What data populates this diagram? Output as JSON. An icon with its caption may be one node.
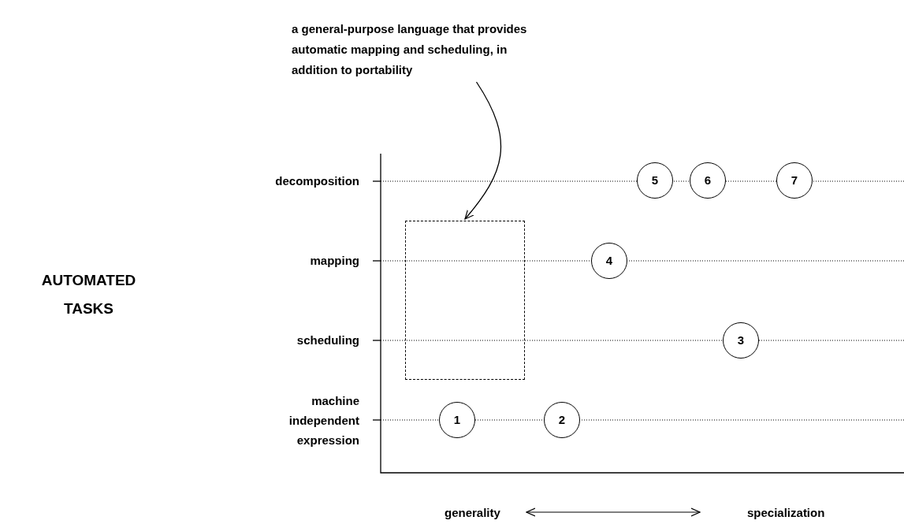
{
  "diagram": {
    "nodes": [
      {
        "text": [
          "a general-purpose language that provides automatic mapping and scheduling, in addition to portability"
        ]
      },
      {
        "text": [],
        "shape": "box"
      },
      {
        "text": [
          "1"
        ]
      },
      {
        "text": [
          "2"
        ]
      },
      {
        "text": [
          "3"
        ]
      },
      {
        "text": [
          "4"
        ]
      },
      {
        "text": [
          "5"
        ]
      },
      {
        "text": [
          "6"
        ]
      },
      {
        "text": [
          "7"
        ]
      }
    ],
    "edges": [
      {
        "from": 0,
        "to": 1,
        "arrow": "to"
      }
    ],
    "labels": [
      "AUTOMATED TASKS",
      "decomposition",
      "mapping",
      "scheduling",
      "machine independent expression",
      "generality",
      "specialization"
    ]
  }
}
